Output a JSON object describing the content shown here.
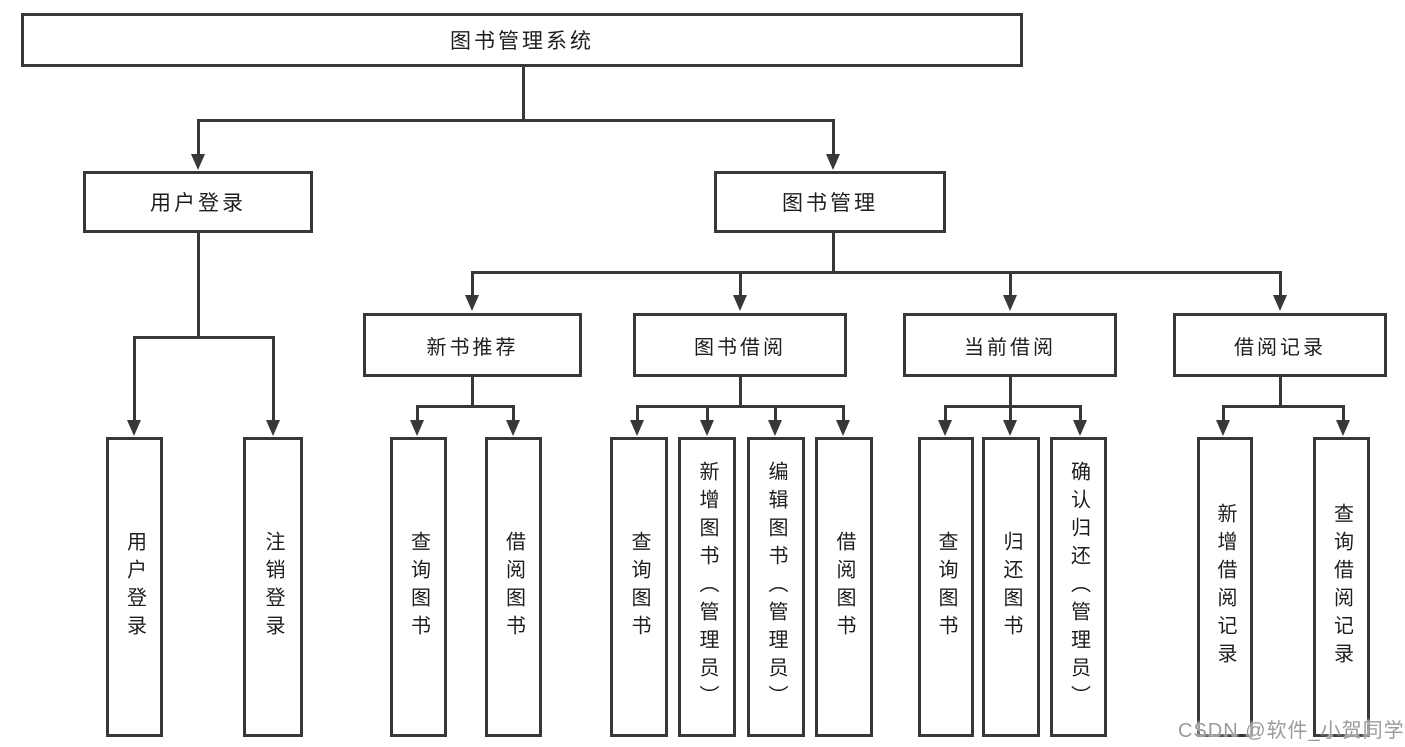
{
  "colors": {
    "line": "#383838",
    "text": "#1e1e1e",
    "box_background": "#ffffff",
    "watermark": "#9b9b9b"
  },
  "tree": {
    "root": {
      "label": "图书管理系统"
    },
    "user_login": {
      "label": "用户登录",
      "children": [
        {
          "label": "用户登录"
        },
        {
          "label": "注销登录"
        }
      ]
    },
    "book_mgmt": {
      "label": "图书管理",
      "groups": [
        {
          "label": "新书推荐",
          "children": [
            {
              "label": "查询图书"
            },
            {
              "label": "借阅图书"
            }
          ]
        },
        {
          "label": "图书借阅",
          "children": [
            {
              "label": "查询图书"
            },
            {
              "label": "新增图书（管理员）"
            },
            {
              "label": "编辑图书（管理员）"
            },
            {
              "label": "借阅图书"
            }
          ]
        },
        {
          "label": "当前借阅",
          "children": [
            {
              "label": "查询图书"
            },
            {
              "label": "归还图书"
            },
            {
              "label": "确认归还（管理员）"
            }
          ]
        },
        {
          "label": "借阅记录",
          "children": [
            {
              "label": "新增借阅记录"
            },
            {
              "label": "查询借阅记录"
            }
          ]
        }
      ]
    }
  },
  "watermark": {
    "text": "CSDN @软件_小贺同学"
  }
}
